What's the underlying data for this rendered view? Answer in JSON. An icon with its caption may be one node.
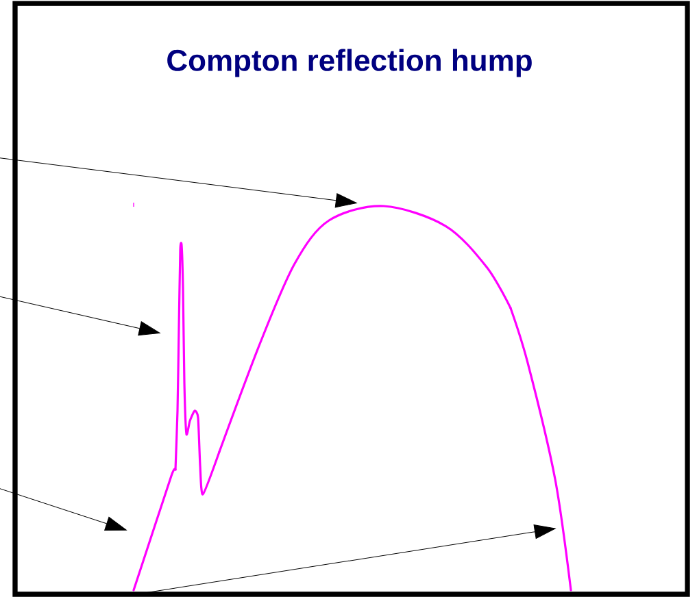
{
  "diagram": {
    "title": "Compton reflection hump",
    "nodes": [
      {
        "text": [],
        "shape": "line"
      },
      {
        "text": [],
        "shape": "line"
      },
      {
        "text": [],
        "shape": "line"
      },
      {
        "text": [],
        "shape": "line"
      }
    ],
    "edges": [
      {
        "from": null,
        "to": 2,
        "arrow": "to"
      },
      {
        "from": null,
        "to": 1,
        "arrow": "to"
      },
      {
        "from": null,
        "to": 0,
        "arrow": "to"
      },
      {
        "from": 0,
        "to": 3,
        "arrow": "to"
      }
    ]
  }
}
